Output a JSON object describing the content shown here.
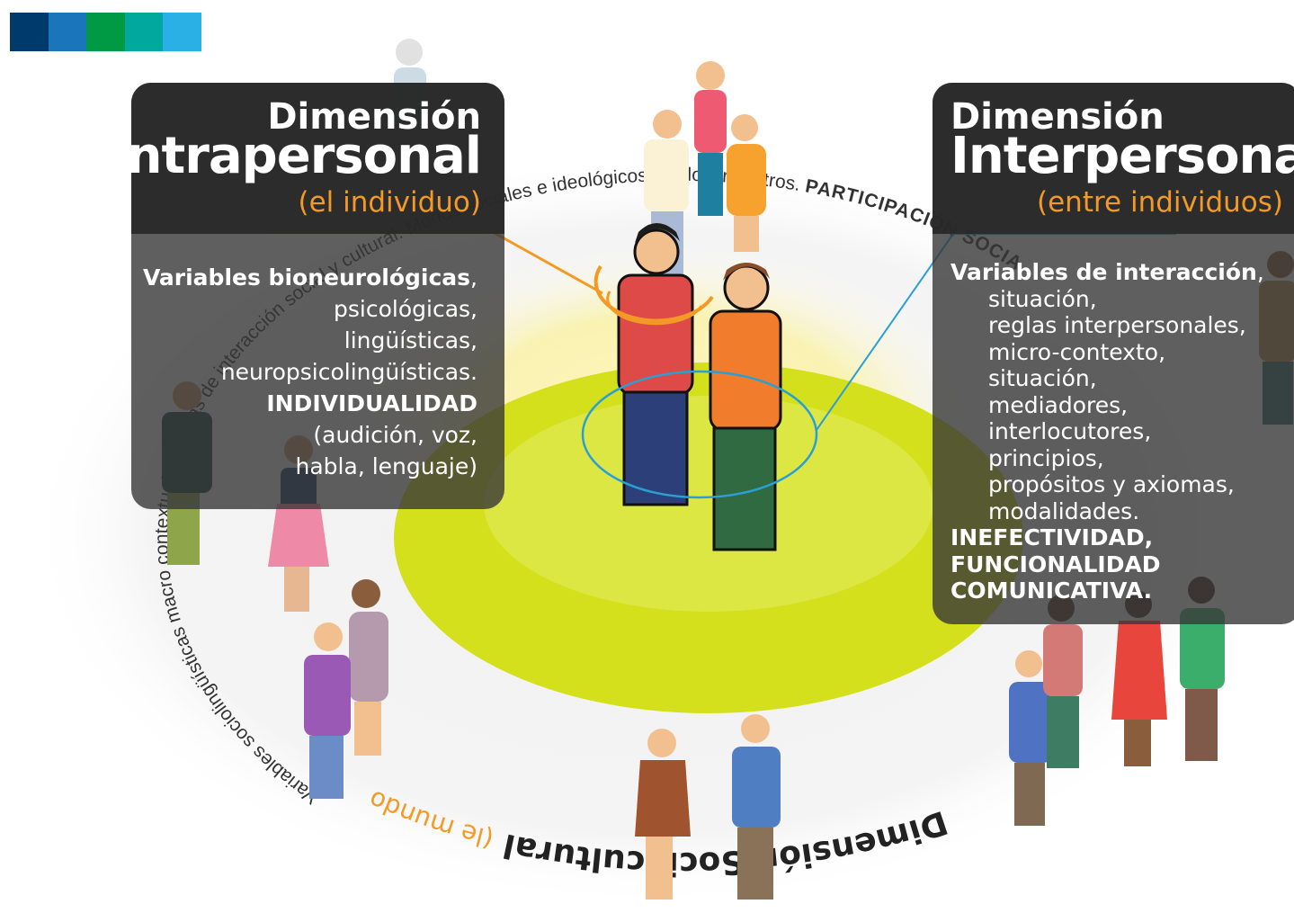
{
  "colors": {
    "bar": [
      "#003a6d",
      "#1b75bb",
      "#009a44",
      "#00a89d",
      "#2ab0e5"
    ],
    "accent_orange": "#f39a25",
    "accent_blue": "#2a9fd6",
    "center_disc": "#d4e01c",
    "panel_bg": "#3a3a3a"
  },
  "intrapersonal": {
    "title_small": "Dimensión",
    "title_big": "Intrapersonal",
    "subtitle": "(el individuo)",
    "lines": [
      {
        "text": "Variables bioneurológicas",
        "suffix": ",",
        "bold": true
      },
      {
        "text": "psicológicas,",
        "bold": false
      },
      {
        "text": "lingüísticas,",
        "bold": false
      },
      {
        "text": "neuropsicolingüísticas.",
        "bold": false
      },
      {
        "text": "INDIVIDUALIDAD",
        "bold": true
      },
      {
        "text": "(audición, voz,",
        "bold": false
      },
      {
        "text": "habla, lenguaje)",
        "bold": false
      }
    ]
  },
  "interpersonal": {
    "title_small": "Dimensión",
    "title_big": "Interpersonal",
    "subtitle": "(entre individuos)",
    "heading": "Variables de interacción",
    "heading_suffix": ",",
    "items": [
      "situación,",
      "reglas interpersonales,",
      "micro-contexto,",
      "situación,",
      "mediadores,",
      "interlocutores,",
      "principios,",
      "propósitos y axiomas,",
      "modalidades."
    ],
    "closing": [
      "INEFECTIVIDAD,",
      "FUNCIONALIDAD",
      "COMUNICATIVA."
    ]
  },
  "sociocultural": {
    "title": "Dimensión Sociocultural",
    "subtitle": "(le mundo)",
    "ring_text": "Variables sociolingüísticas macro contextuales, reglas de interacción social y cultural. Modos sociales e ideológicos, estilos, registros.",
    "ring_bold": "PARTICIPACIÓN SOCIAL"
  }
}
